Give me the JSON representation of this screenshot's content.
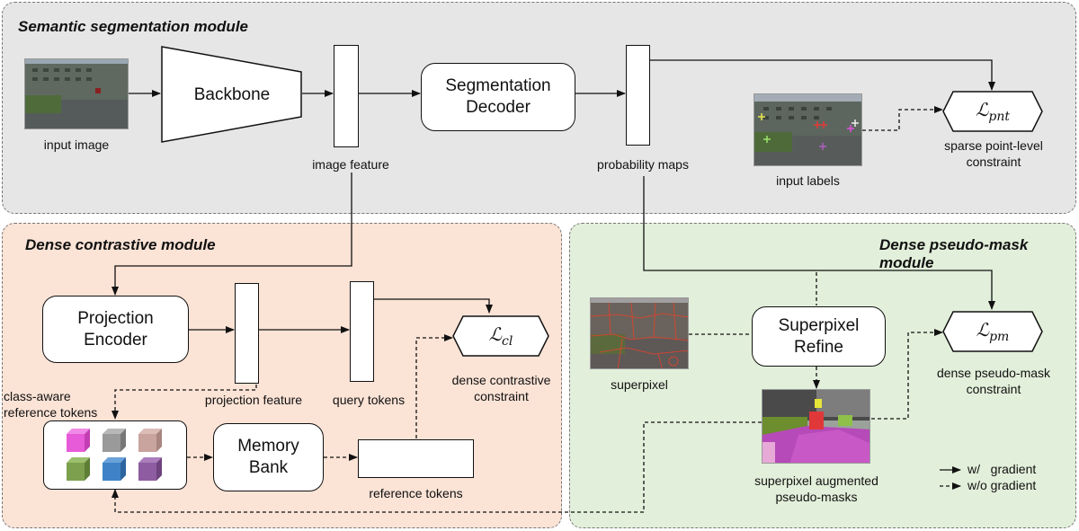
{
  "modules": {
    "semantic": "Semantic segmentation module",
    "contrastive": "Dense contrastive module",
    "pseudo": "Dense pseudo-mask module"
  },
  "blocks": {
    "backbone": "Backbone",
    "seg_decoder": "Segmentation\nDecoder",
    "projection_encoder": "Projection\nEncoder",
    "memory_bank": "Memory\nBank",
    "superpixel_refine": "Superpixel\nRefine"
  },
  "labels": {
    "input_image": "input image",
    "image_feature": "image feature",
    "probability_maps": "probability maps",
    "input_labels": "input labels",
    "sparse_constraint": "sparse point-level\nconstraint",
    "projection_feature": "projection feature",
    "query_tokens": "query tokens",
    "dense_contrastive_constraint": "dense contrastive\nconstraint",
    "class_aware_tokens": "class-aware\nreference tokens",
    "reference_tokens": "reference tokens",
    "superpixel": "superpixel",
    "augmented_masks": "superpixel augmented\npseudo-masks",
    "dense_pm_constraint": "dense pseudo-mask\nconstraint"
  },
  "losses": {
    "pnt": {
      "symbol": "ℒ",
      "sub": "pnt"
    },
    "cl": {
      "symbol": "ℒ",
      "sub": "cl"
    },
    "pm": {
      "symbol": "ℒ",
      "sub": "pm"
    }
  },
  "legend": {
    "with_gradient": "w/   gradient",
    "without_gradient": "w/o gradient"
  },
  "colors": {
    "semantic_bg": "#e6e6e6",
    "contrastive_bg": "#fbe3d6",
    "pseudo_bg": "#e2efda",
    "cube_colors": [
      "#e85bd8",
      "#9a9a9a",
      "#c9a39e",
      "#7da04e",
      "#3f83c6",
      "#8e5ca0"
    ]
  }
}
